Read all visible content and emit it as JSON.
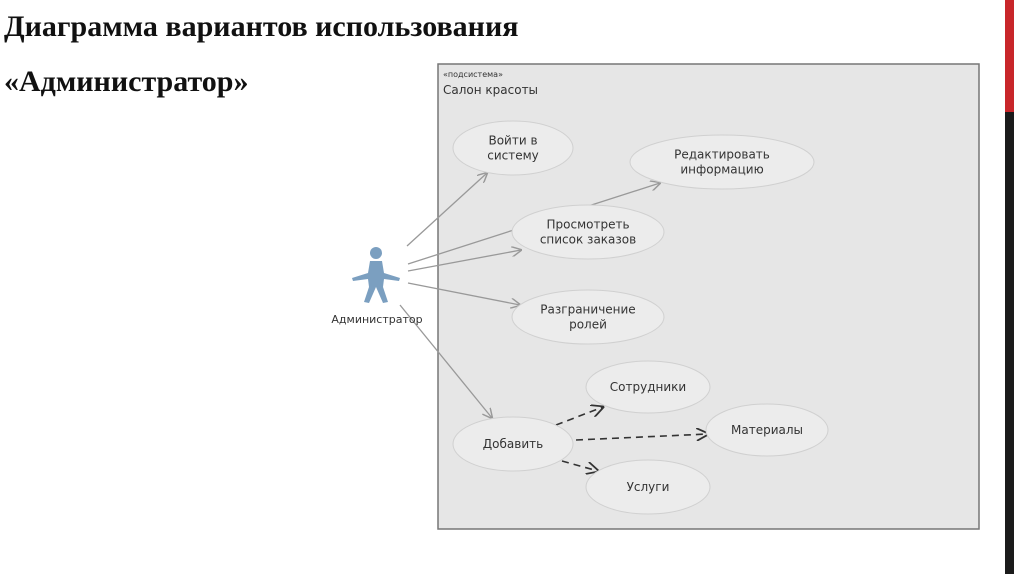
{
  "title": {
    "line1": "Диаграмма вариантов  использования",
    "line2": "«Администратор»"
  },
  "subsystem": {
    "stereotype": "«подсистема»",
    "name": "Салон красоты"
  },
  "actor": {
    "label": "Администратор",
    "icon": "stick-figure-icon",
    "color": "#7b9fc0"
  },
  "use_cases": [
    {
      "id": "login",
      "lines": [
        "Войти в",
        "систему"
      ]
    },
    {
      "id": "edit",
      "lines": [
        "Редактировать",
        "информацию"
      ]
    },
    {
      "id": "orders",
      "lines": [
        "Просмотреть",
        "список заказов"
      ]
    },
    {
      "id": "access",
      "lines": [
        "Разграничение",
        "ролей"
      ]
    },
    {
      "id": "staff",
      "lines": [
        "Сотрудники"
      ]
    },
    {
      "id": "add",
      "lines": [
        "Добавить"
      ]
    },
    {
      "id": "materials",
      "lines": [
        "Материалы"
      ]
    },
    {
      "id": "services",
      "lines": [
        "Услуги"
      ]
    }
  ],
  "associations": [
    {
      "from": "actor",
      "to": "login",
      "style": "solid"
    },
    {
      "from": "actor",
      "to": "edit",
      "style": "solid"
    },
    {
      "from": "actor",
      "to": "orders",
      "style": "solid"
    },
    {
      "from": "actor",
      "to": "access",
      "style": "solid"
    },
    {
      "from": "actor",
      "to": "add",
      "style": "solid"
    },
    {
      "from": "add",
      "to": "staff",
      "style": "dashed"
    },
    {
      "from": "add",
      "to": "materials",
      "style": "dashed"
    },
    {
      "from": "add",
      "to": "services",
      "style": "dashed"
    }
  ],
  "colors": {
    "subsystem_fill": "#e6e6e6",
    "usecase_fill": "#ececec",
    "association_line": "#999999",
    "dependency_line": "#333333"
  }
}
